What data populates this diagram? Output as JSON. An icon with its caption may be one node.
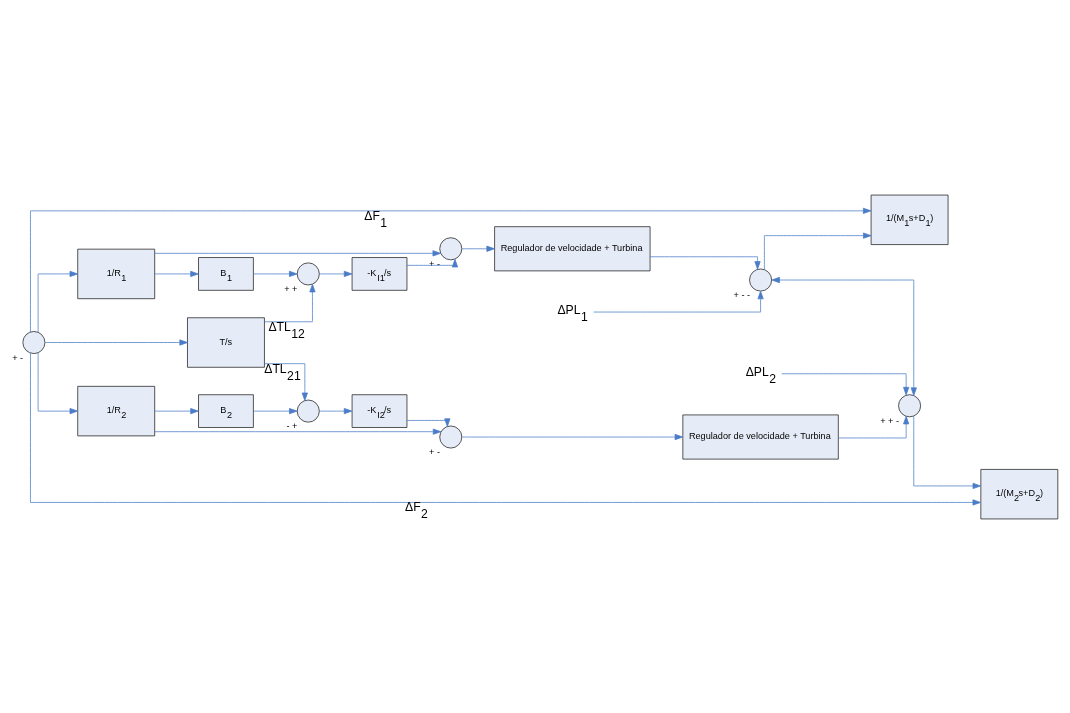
{
  "diagram": {
    "nodes": [
      {
        "text": [
          "B$_{1}$"
        ]
      },
      {
        "text": [
          "1/R$_{1}$"
        ]
      },
      {
        "text": [],
        "shape": "circle",
        "beside": [
          "+",
          "+"
        ]
      },
      {
        "text": [
          "-K$_{I1}$/s"
        ]
      },
      {
        "text": [],
        "shape": "circle",
        "beside": [
          "+",
          "-"
        ]
      },
      {
        "text": [
          "Regulador de velocidade + Turbina"
        ]
      },
      {
        "text": [],
        "shape": "circle",
        "beside": [
          "+",
          "-",
          "-"
        ]
      },
      {
        "text": [
          "1/(M$_{1}$s+D$_{1}$)"
        ]
      },
      {
        "text": [
          "ΔPL$_{1}$"
        ]
      },
      {
        "text": [
          "T/s"
        ]
      },
      {
        "text": [],
        "shape": "circle",
        "beside": [
          "+",
          "-"
        ]
      },
      {
        "text": [],
        "shape": "circle",
        "beside": [
          "-",
          "+"
        ]
      },
      {
        "text": [
          "-K$_{I2}$/s"
        ]
      },
      {
        "text": [],
        "shape": "circle",
        "beside": [
          "+",
          "-"
        ]
      },
      {
        "text": [
          "Regulador de velocidade + Turbina"
        ]
      },
      {
        "text": [],
        "shape": "circle",
        "beside": [
          "+",
          "+",
          "-"
        ]
      },
      {
        "text": [
          "1/(M$_{2}$s+D$_{2}$)"
        ]
      },
      {
        "text": [
          "ΔPL$_{2}$"
        ]
      },
      {
        "text": [
          "B$_{2}$"
        ]
      },
      {
        "text": [
          "1/R$_{2}$"
        ]
      }
    ],
    "edges": [
      {
        "from": 1,
        "to": 0,
        "arrow": "to"
      },
      {
        "from": 10,
        "to": 1,
        "arrow": "to"
      },
      {
        "from": 0,
        "to": 2,
        "arrow": "to"
      },
      {
        "from": 2,
        "to": 3,
        "arrow": "to"
      },
      {
        "from": 3,
        "to": 4,
        "arrow": "to"
      },
      {
        "from": 1,
        "to": 4,
        "arrow": "to"
      },
      {
        "from": 4,
        "to": 5,
        "arrow": "to"
      },
      {
        "from": 5,
        "to": 6,
        "arrow": "to"
      },
      {
        "from": 8,
        "to": 6,
        "arrow": "to"
      },
      {
        "from": 6,
        "to": 7,
        "arrow": "to"
      },
      {
        "from": 10,
        "to": 7,
        "arrow": "to",
        "label": "ΔF$_{1}$"
      },
      {
        "from": 10,
        "to": 9,
        "arrow": "to"
      },
      {
        "from": 9,
        "to": 2,
        "arrow": "to",
        "label": "ΔTL$_{12}$"
      },
      {
        "from": 9,
        "to": 11,
        "arrow": "to",
        "label": "ΔTL$_{21}$"
      },
      {
        "from": 6,
        "to": 15,
        "arrow": "both"
      },
      {
        "from": 18,
        "to": 11,
        "arrow": "to"
      },
      {
        "from": 11,
        "to": 12,
        "arrow": "to"
      },
      {
        "from": 12,
        "to": 13,
        "arrow": "to"
      },
      {
        "from": 19,
        "to": 13,
        "arrow": "to"
      },
      {
        "from": 13,
        "to": 14,
        "arrow": "to"
      },
      {
        "from": 14,
        "to": 15,
        "arrow": "to"
      },
      {
        "from": 17,
        "to": 15,
        "arrow": "to"
      },
      {
        "from": 15,
        "to": 16,
        "arrow": "to"
      },
      {
        "from": 10,
        "to": 16,
        "arrow": "to",
        "label": "ΔF$_{2}$"
      },
      {
        "from": 10,
        "to": 19,
        "arrow": "to"
      },
      {
        "from": 19,
        "to": 18,
        "arrow": "to"
      }
    ]
  }
}
